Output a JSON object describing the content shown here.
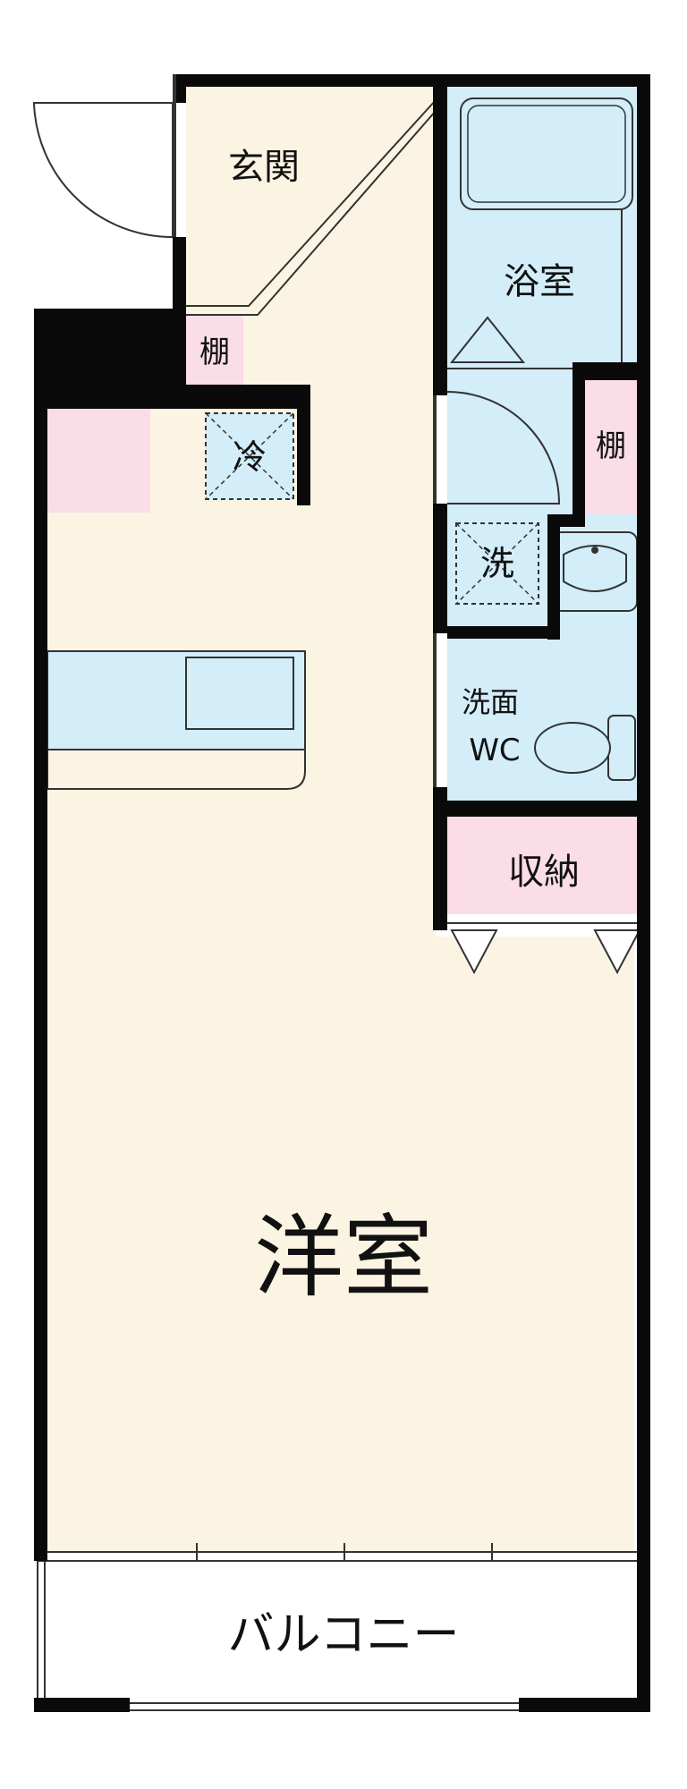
{
  "labels": {
    "genkan": "玄関",
    "yokushitsu": "浴室",
    "tana_upper": "棚",
    "tana_right": "棚",
    "rei": "冷",
    "sen": "洗",
    "senmen": "洗面",
    "wc": "WC",
    "shuno": "収納",
    "youshitsu": "洋室",
    "balcony": "バルコニー"
  },
  "colors": {
    "wall": "#0a0a0a",
    "floor_room": "#fcf4e3",
    "wet_area": "#d3edf9",
    "storage": "#fbdde8",
    "line": "#333333",
    "balcony_bg": "#ffffff"
  }
}
